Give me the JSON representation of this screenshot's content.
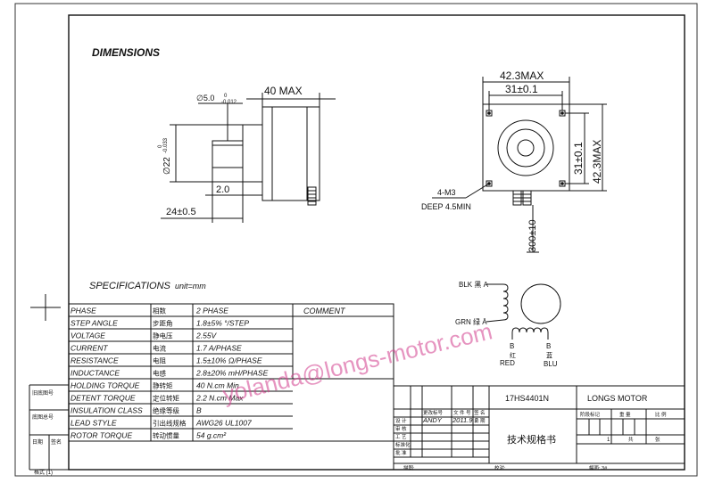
{
  "sheet": {
    "dimensions_title": "DIMENSIONS",
    "specifications_title": "SPECIFICATIONS",
    "unit_label": "unit=mm",
    "watermark": "yolanda@longs-motor.com"
  },
  "side_view": {
    "shaft_dia": "∅5.0",
    "shaft_tol_upper": "0",
    "shaft_tol_lower": "-0.012",
    "boss_dia": "∅22",
    "boss_tol_upper": "0",
    "boss_tol_lower": "-0.033",
    "length_max": "40 MAX",
    "boss_height": "2.0",
    "shaft_length": "24±0.5"
  },
  "front_view": {
    "width_max": "42.3MAX",
    "hole_pitch_h": "31±0.1",
    "hole_pitch_v": "31±0.1",
    "height_max": "42.3MAX",
    "hole_spec": "4-M3",
    "hole_depth": "DEEP 4.5MIN",
    "lead_length": "300±10"
  },
  "specs_table": {
    "comment_header": "COMMENT",
    "rows": [
      {
        "en": "PHASE",
        "cn": "相数",
        "value": "2  PHASE"
      },
      {
        "en": "STEP ANGLE",
        "cn": "步距角",
        "value": "1.8±5% °/STEP"
      },
      {
        "en": "VOLTAGE",
        "cn": "静电压",
        "value": "2.55V"
      },
      {
        "en": "CURRENT",
        "cn": "电流",
        "value": "1.7 A/PHASE"
      },
      {
        "en": "RESISTANCE",
        "cn": "电阻",
        "value": "1.5±10%  Ω/PHASE"
      },
      {
        "en": "INDUCTANCE",
        "cn": "电感",
        "value": "2.8±20% mH/PHASE"
      },
      {
        "en": "HOLDING TORQUE",
        "cn": "静转矩",
        "value": "40  N.cm Min"
      },
      {
        "en": "DETENT TORQUE",
        "cn": "定位转矩",
        "value": "2.2 N.cm Max"
      },
      {
        "en": "INSULATION CLASS",
        "cn": "绝缘等级",
        "value": "B"
      },
      {
        "en": "LEAD STYLE",
        "cn": "引出线规格",
        "value": "AWG26 UL1007"
      },
      {
        "en": "ROTOR TORQUE",
        "cn": "转动惯量",
        "value": "54 g.cm²"
      }
    ]
  },
  "wiring": {
    "blk": "BLK 黑 A",
    "grn": "GRN 绿 Ā",
    "b_left": "B",
    "red_cn": "红",
    "red": "RED",
    "b_right": "B",
    "blu_cn": "蓝",
    "blu": "BLU"
  },
  "left_margin": {
    "label1": "旧底图号",
    "label2": "底图总号",
    "label3": "日期",
    "label4": "签名",
    "format": "格式 (1)"
  },
  "title_block": {
    "model": "17HS4401N",
    "company": "LONGS MOTOR",
    "doc_title": "技术规格书",
    "designer": "ANDY",
    "date": "2011.9.1",
    "mark_cn": "更改标号",
    "file_cn": "文 件 号",
    "sign_cn": "签 名",
    "date_cn": "日 期",
    "design_cn": "设  计",
    "check_cn": "审  核",
    "process_cn": "工  艺",
    "std_cn": "标准化",
    "approve_cn": "批  准",
    "stage_cn": "阶段标记",
    "weight_cn": "重  量",
    "ratio_cn": "比  例",
    "sheet_no": "1",
    "total_cn": "共",
    "page_cn": "张",
    "drawn_cn": "描图:",
    "verify_cn": "校对:",
    "size_cn": "幅面: 3#"
  }
}
